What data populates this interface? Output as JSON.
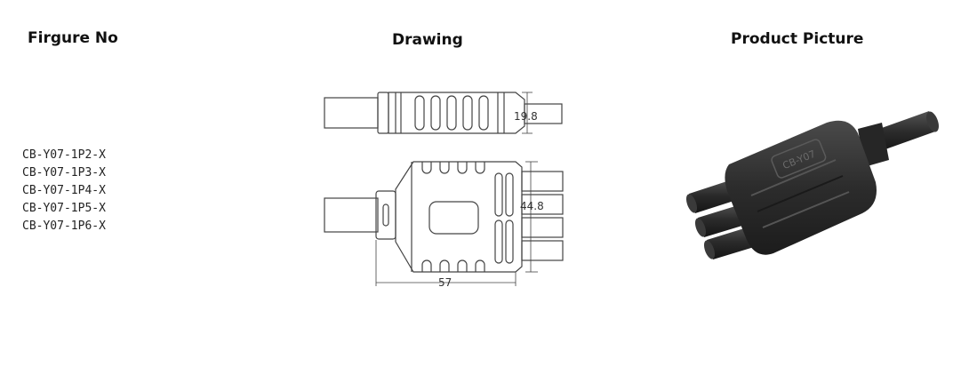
{
  "headers": {
    "figure_no": "Firgure No",
    "drawing": "Drawing",
    "product_picture": "Product Picture"
  },
  "models": [
    "CB-Y07-1P2-X",
    "CB-Y07-1P3-X",
    "CB-Y07-1P4-X",
    "CB-Y07-1P5-X",
    "CB-Y07-1P6-X"
  ],
  "drawing": {
    "dim_height_top": "19.8",
    "dim_height_bottom": "44.8",
    "dim_length": "57"
  },
  "product": {
    "embossed_text": "CB-Y07"
  },
  "colors": {
    "line": "#444444",
    "body": "#2e2e2e"
  }
}
